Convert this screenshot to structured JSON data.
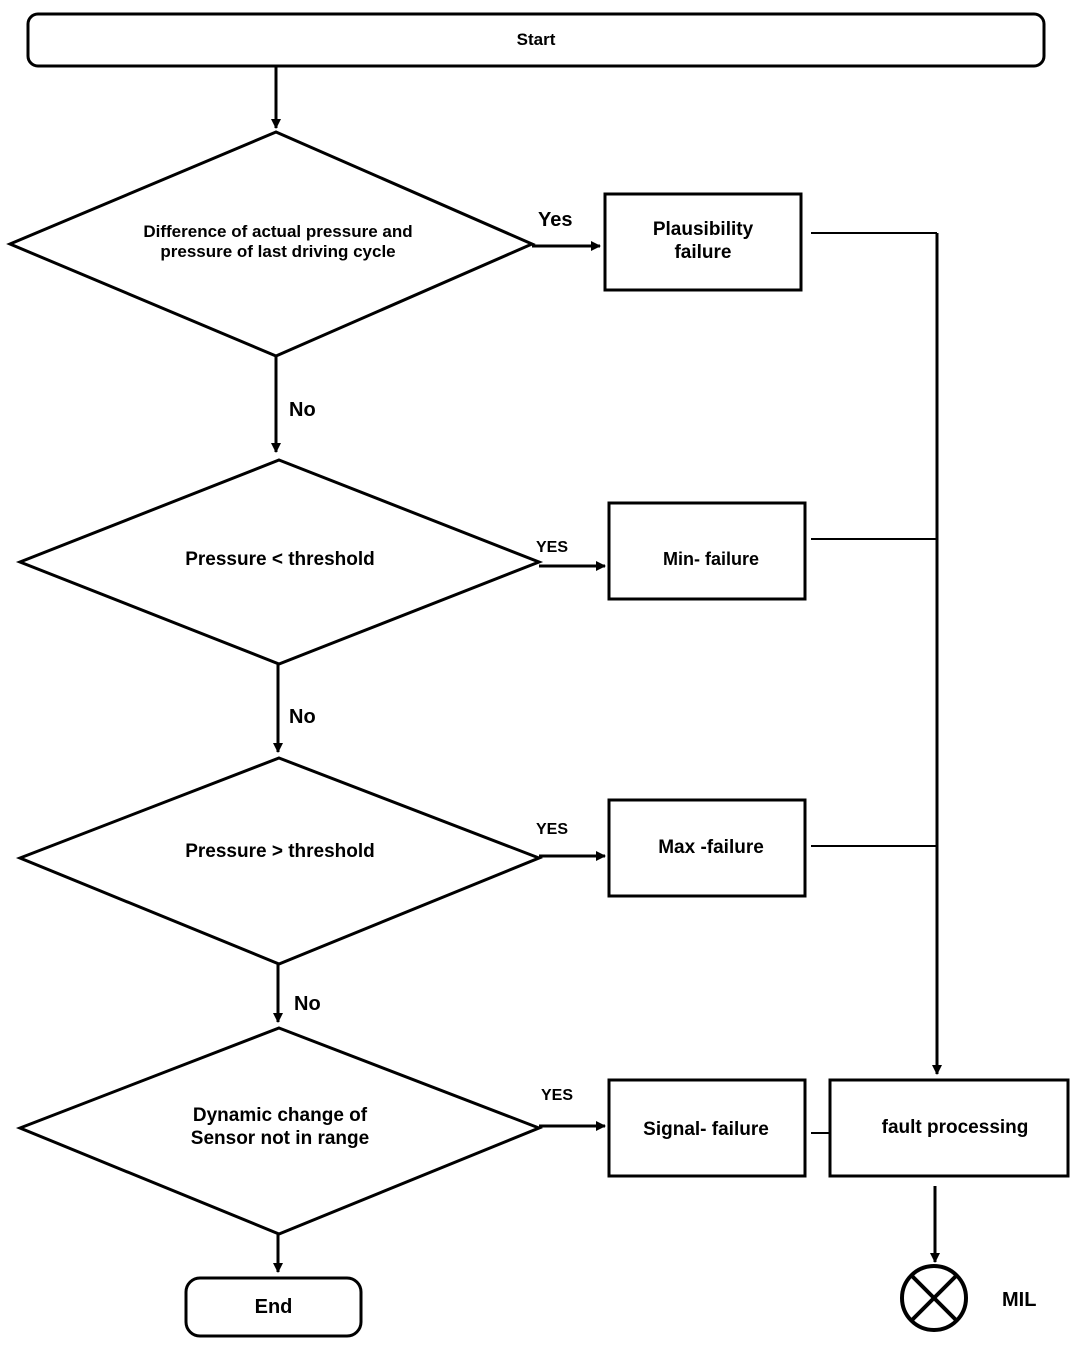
{
  "diagram": {
    "start": "Start",
    "end": "End",
    "decisions": [
      "Difference of  actual pressure and pressure of last driving cycle",
      "Pressure < threshold",
      "Pressure > threshold",
      "Dynamic change of Sensor not in range"
    ],
    "failures": [
      "Plausibility failure",
      "Min- failure",
      "Max -failure",
      "Signal- failure"
    ],
    "yes_labels": [
      "Yes",
      "YES",
      "YES",
      "YES"
    ],
    "no_labels": [
      "No",
      "No",
      "No"
    ],
    "fault_processing": "fault processing",
    "mil": "MIL",
    "stroke_color": "#000000"
  }
}
